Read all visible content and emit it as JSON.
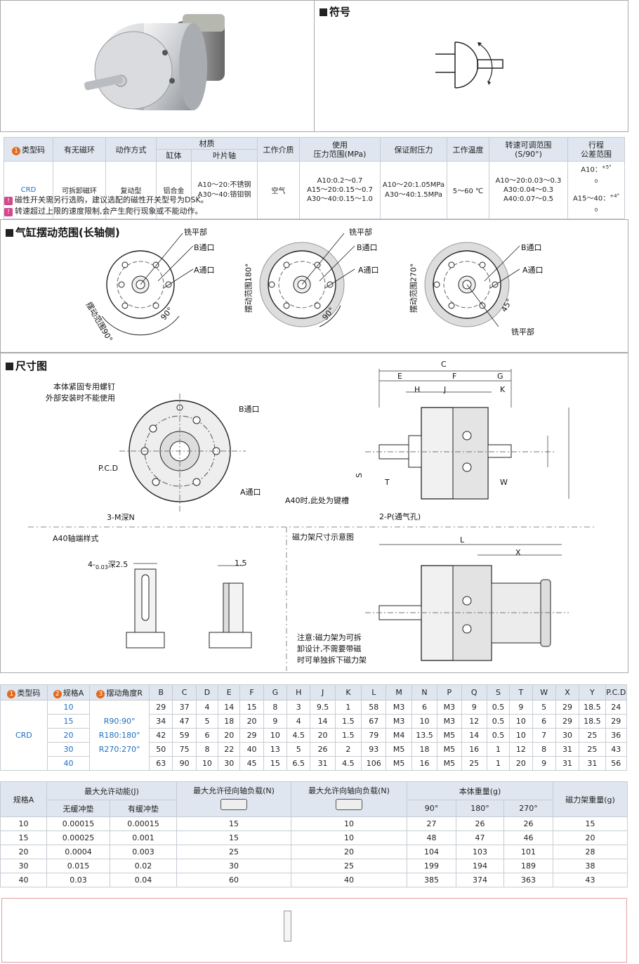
{
  "symbol_title": "符号",
  "spec_table": {
    "headers": {
      "type_code": "类型码",
      "magnet": "有无磁环",
      "action": "动作方式",
      "material": "材质",
      "cylinder": "缸体",
      "vane_shaft": "叶片轴",
      "medium": "工作介质",
      "pressure": "使用\n压力范围(MPa)",
      "proof": "保证耐压力",
      "temp": "工作温度",
      "speed": "转速可调范围\n(S/90°)",
      "stroke": "行程\n公差范围"
    },
    "row": {
      "type_code": "CRD",
      "magnet": "可拆卸磁环",
      "action": "复动型",
      "cylinder": "铝合金",
      "vane_shaft": "A10～20:不锈钢\nA30～40:铬钼钢",
      "medium": "空气",
      "pressure": "A10:0.2～0.7\nA15～20:0.15～0.7\nA30～40:0.15～1.0",
      "proof": "A10～20:1.05MPa\nA30～40:1.5MPa",
      "temp": "5～60 ℃",
      "speed": "A10～20:0.03～0.3\nA30:0.04～0.3\nA40:0.07～0.5",
      "stroke_a": "A10：",
      "stroke_b": "A15～40："
    },
    "notes": [
      "磁性开关需另行选购，建议选配的磁性开关型号为DSK。",
      "转速超过上限的速度限制,会产生爬行现象或不能动作。"
    ]
  },
  "swing_title": "气缸摆动范围(长轴侧)",
  "swing_labels": {
    "flat": "铣平部",
    "b_port": "B通口",
    "a_port": "A通口",
    "range90": "摆动范围90°",
    "range180": "摆动范围180°",
    "range270": "摆动范围270°",
    "deg90": "90°",
    "deg45": "45°"
  },
  "dim_title": "尺寸图",
  "dim_labels": {
    "screw_note_1": "本体紧固专用螺钉",
    "screw_note_2": "外部安装时不能使用",
    "b_port": "B通口",
    "a_port": "A通口",
    "pcd": "P.C.D",
    "m_depth": "3-M深N",
    "key_note": "A40时,此处为键槽",
    "vent": "2-P(通气孔)",
    "a40_shaft": "A40轴端样式",
    "key_size": "深2.5",
    "dim15": "1.5",
    "holder_title": "磁力架尺寸示意图",
    "holder_note_1": "注意:磁力架为可拆",
    "holder_note_2": "卸设计,不需要带磁",
    "holder_note_3": "时可单独拆下磁力架",
    "C": "C",
    "E": "E",
    "F": "F",
    "G": "G",
    "H": "H",
    "J": "J",
    "K": "K",
    "S": "S",
    "T": "T",
    "W": "W",
    "L": "L",
    "X": "X"
  },
  "dim_table": {
    "type_code_label": "类型码",
    "size_label": "规格A",
    "angle_label": "摆动角度R",
    "cols": [
      "B",
      "C",
      "D",
      "E",
      "F",
      "G",
      "H",
      "J",
      "K",
      "L",
      "M",
      "N",
      "P",
      "Q",
      "S",
      "T",
      "W",
      "X",
      "Y",
      "P.C.D"
    ],
    "type_code": "CRD",
    "angles": [
      "R90:90°",
      "R180:180°",
      "R270:270°"
    ],
    "rows": [
      {
        "size": "10",
        "vals": [
          "29",
          "37",
          "4",
          "14",
          "15",
          "8",
          "3",
          "9.5",
          "1",
          "58",
          "M3",
          "6",
          "M3",
          "9",
          "0.5",
          "9",
          "5",
          "29",
          "18.5",
          "24"
        ]
      },
      {
        "size": "15",
        "vals": [
          "34",
          "47",
          "5",
          "18",
          "20",
          "9",
          "4",
          "14",
          "1.5",
          "67",
          "M3",
          "10",
          "M3",
          "12",
          "0.5",
          "10",
          "6",
          "29",
          "18.5",
          "29"
        ]
      },
      {
        "size": "20",
        "vals": [
          "42",
          "59",
          "6",
          "20",
          "29",
          "10",
          "4.5",
          "20",
          "1.5",
          "79",
          "M4",
          "13.5",
          "M5",
          "14",
          "0.5",
          "10",
          "7",
          "30",
          "25",
          "36"
        ]
      },
      {
        "size": "30",
        "vals": [
          "50",
          "75",
          "8",
          "22",
          "40",
          "13",
          "5",
          "26",
          "2",
          "93",
          "M5",
          "18",
          "M5",
          "16",
          "1",
          "12",
          "8",
          "31",
          "25",
          "43"
        ]
      },
      {
        "size": "40",
        "vals": [
          "63",
          "90",
          "10",
          "30",
          "45",
          "15",
          "6.5",
          "31",
          "4.5",
          "106",
          "M5",
          "16",
          "M5",
          "25",
          "1",
          "20",
          "9",
          "31",
          "31",
          "56"
        ]
      }
    ]
  },
  "load_table": {
    "size_label": "规格A",
    "energy_label": "最大允许动能(J)",
    "no_cushion": "无缓冲垫",
    "cushion": "有缓冲垫",
    "radial_label": "最大允许径向轴负载(N)",
    "axial_label": "最大允许向轴向负载(N)",
    "weight_label": "本体重量(g)",
    "w90": "90°",
    "w180": "180°",
    "w270": "270°",
    "holder_weight": "磁力架重量(g)",
    "rows": [
      [
        "10",
        "0.00015",
        "0.00015",
        "15",
        "10",
        "27",
        "26",
        "26",
        "15"
      ],
      [
        "15",
        "0.00025",
        "0.001",
        "15",
        "10",
        "48",
        "47",
        "46",
        "20"
      ],
      [
        "20",
        "0.0004",
        "0.003",
        "25",
        "20",
        "104",
        "103",
        "101",
        "28"
      ],
      [
        "30",
        "0.015",
        "0.02",
        "30",
        "25",
        "199",
        "194",
        "189",
        "38"
      ],
      [
        "40",
        "0.03",
        "0.04",
        "60",
        "40",
        "385",
        "374",
        "363",
        "43"
      ]
    ]
  }
}
